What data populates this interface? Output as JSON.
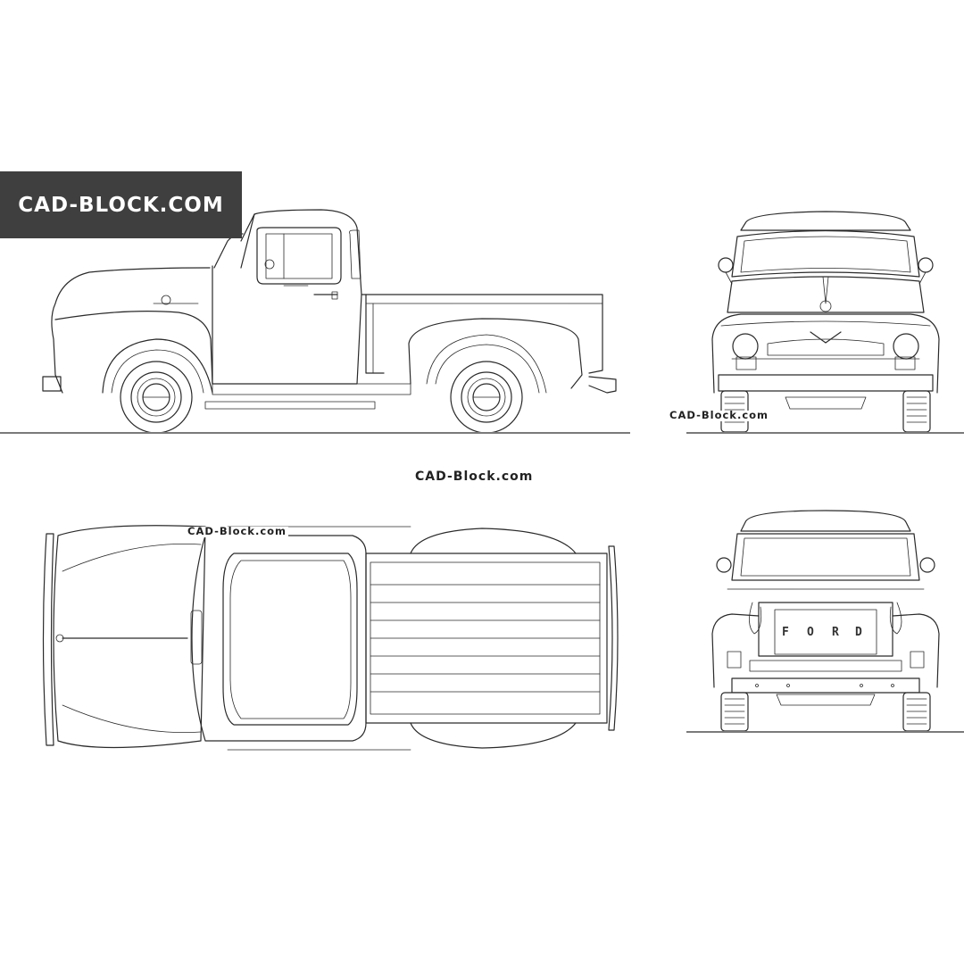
{
  "banner": {
    "text": "CAD-Block.com"
  },
  "watermarks": {
    "middle": "CAD-Block.com",
    "front_view": "CAD-Block.com",
    "top_view": "CAD-Block.com"
  },
  "drawing": {
    "subject": "Ford pickup truck (1956 F-100 style) CAD blueprint",
    "views": [
      "side-view",
      "front-view",
      "top-view",
      "rear-view"
    ],
    "tailgate_lettering": [
      "F",
      "O",
      "R",
      "D"
    ]
  },
  "colors": {
    "banner_bg": "#3f3f3f",
    "banner_text": "#ffffff",
    "line": "#2a2a2a",
    "ground_line": "#7a7a7a",
    "background": "#ffffff"
  }
}
